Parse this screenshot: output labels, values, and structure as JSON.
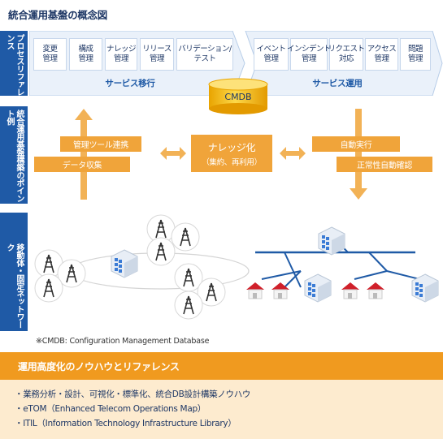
{
  "title": "統合運用基盤の概念図",
  "bands": {
    "process": "プロセスリファレンス",
    "points": "統合運用基盤構築のポイント例",
    "network": "移動体・固定ネットワーク"
  },
  "process": {
    "left_items": [
      "変更\n管理",
      "構成\n管理",
      "ナレッジ\n管理",
      "リリース\n管理",
      "バリデーション/\nテスト"
    ],
    "left_label": "サービス移行",
    "right_items": [
      "イベント\n管理",
      "インシデント\n管理",
      "リクエスト\n対応",
      "アクセス\n管理",
      "問題\n管理"
    ],
    "right_label": "サービス運用"
  },
  "cmdb": "CMDB",
  "points": {
    "tool_link": "管理ツール連携",
    "data_collect": "データ収集",
    "knowledge": "ナレッジ化",
    "knowledge_sub": "（集約、再利用）",
    "auto_exec": "自動実行",
    "auto_check": "正常性自動確認"
  },
  "footnote": "※CMDB: Configuration Management Database",
  "bottom": {
    "heading": "運用高度化のノウハウとリファレンス",
    "bullets": [
      "・業務分析・設計、可視化・標準化、統合DB設計構築ノウハウ",
      "・eTOM（Enhanced Telecom Operations Map）",
      "・ITIL（Information Technology Infrastructure Library）"
    ]
  },
  "colors": {
    "band_blue": "#1f5aa6",
    "orange": "#f0a43a",
    "cmdb_gold": "#f3c21a"
  },
  "icons": [
    "tower-icon",
    "server-icon",
    "house-icon",
    "arrow-up-icon",
    "arrow-down-icon",
    "double-arrow-icon"
  ]
}
